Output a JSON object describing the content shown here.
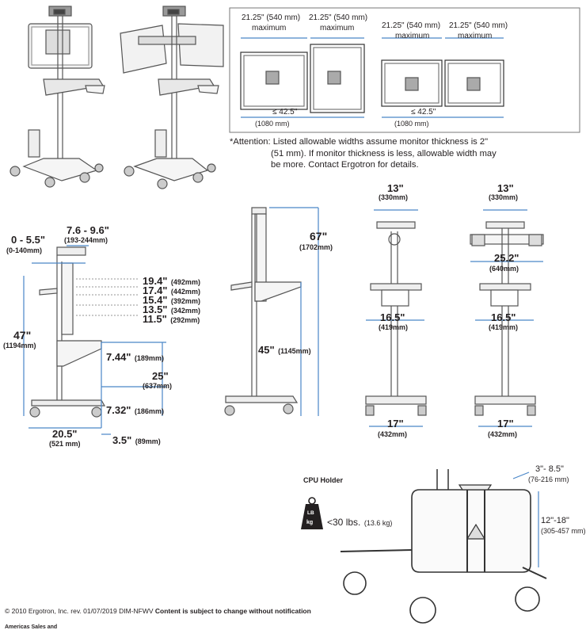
{
  "mount_box": {
    "left_pair": {
      "width_a": "21.25\" (540 mm)",
      "width_b": "21.25\" (540 mm)",
      "max_a": "maximum",
      "max_b": "maximum",
      "total": "≤ 42.5\"",
      "total_mm": "(1080 mm)"
    },
    "right_pair": {
      "width_a": "21.25\" (540 mm)",
      "width_b": "21.25\" (540 mm)",
      "max_a": "maximum",
      "max_b": "maximum",
      "total": "≤ 42.5\"",
      "total_mm": "(1080 mm)"
    }
  },
  "attention": {
    "line1": "*Attention: Listed allowable widths assume monitor thickness is 2\"",
    "line2": "(51 mm). If monitor thickness is less, allowable width may",
    "line3": "be more. Contact Ergotron for details."
  },
  "side_view": {
    "top_range": "0 - 5.5\"",
    "top_range_mm": "(0-140mm)",
    "depth_range": "7.6 - 9.6\"",
    "depth_range_mm": "(193-244mm)",
    "height": "47\"",
    "height_mm": "(1194mm)",
    "positions": [
      {
        "in": "19.4\"",
        "mm": "(492mm)"
      },
      {
        "in": "17.4\"",
        "mm": "(442mm)"
      },
      {
        "in": "15.4\"",
        "mm": "(392mm)"
      },
      {
        "in": "13.5\"",
        "mm": "(342mm)"
      },
      {
        "in": "11.5\"",
        "mm": "(292mm)"
      }
    ],
    "upper_gap": "7.44\"",
    "upper_gap_mm": "(189mm)",
    "shelf_height": "25\"",
    "shelf_height_mm": "(637mm)",
    "lower_gap": "7.32\"",
    "lower_gap_mm": "(186mm)",
    "base_depth": "20.5\"",
    "base_depth_mm": "(521 mm)",
    "offset": "3.5\"",
    "offset_mm": "(89mm)"
  },
  "side_view_2": {
    "overall": "67\"",
    "overall_mm": "(1702mm)",
    "shelf": "45\"",
    "shelf_mm": "(1145mm)"
  },
  "front_single": {
    "top": "13\"",
    "top_mm": "(330mm)",
    "tray": "16.5\"",
    "tray_mm": "(419mm)",
    "base": "17\"",
    "base_mm": "(432mm)"
  },
  "front_dual": {
    "top": "13\"",
    "top_mm": "(330mm)",
    "bar": "25.2\"",
    "bar_mm": "(640mm)",
    "tray": "16.5\"",
    "tray_mm": "(419mm)",
    "base": "17\"",
    "base_mm": "(432mm)"
  },
  "cpu": {
    "title": "CPU Holder",
    "badge_top": "LB",
    "badge_bottom": "kg",
    "weight": "<30 lbs.",
    "weight_kg": "(13.6 kg)",
    "width": "3\"- 8.5\"",
    "width_mm": "(76-216 mm)",
    "height": "12\"-18\"",
    "height_mm": "(305-457 mm)"
  },
  "footer": {
    "left": "© 2010 Ergotron, Inc.   rev. 01/07/2019   DIM-NFWV",
    "notice": "Content is subject to change without notification",
    "cut_line": "Americas Sales and"
  }
}
